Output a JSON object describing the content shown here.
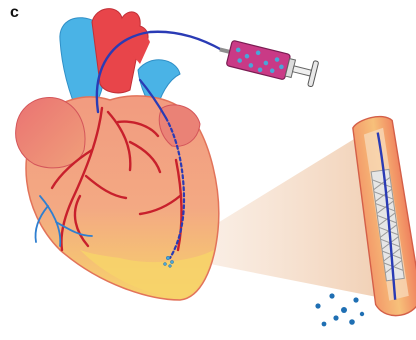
{
  "panel_label": "c",
  "colors": {
    "myocardium": "#f08a6e",
    "myocardium_light": "#f6c29c",
    "apex": "#f7d36a",
    "aorta": "#e8454a",
    "pulmonary": "#4ab3e6",
    "coronary_artery": "#c8202c",
    "coronary_vein": "#2f7fd0",
    "catheter": "#2a3bb5",
    "syringe_barrel": "#c93a86",
    "cell": "#49a6d8",
    "magnified_cone": "#f3d8c2",
    "vessel_wall": "#f07d5e"
  },
  "icons": {
    "heart": "heart-illustration",
    "syringe": "syringe-icon",
    "catheter": "catheter-line",
    "vessel": "magnified-vessel-section",
    "cells": "released-cells"
  }
}
